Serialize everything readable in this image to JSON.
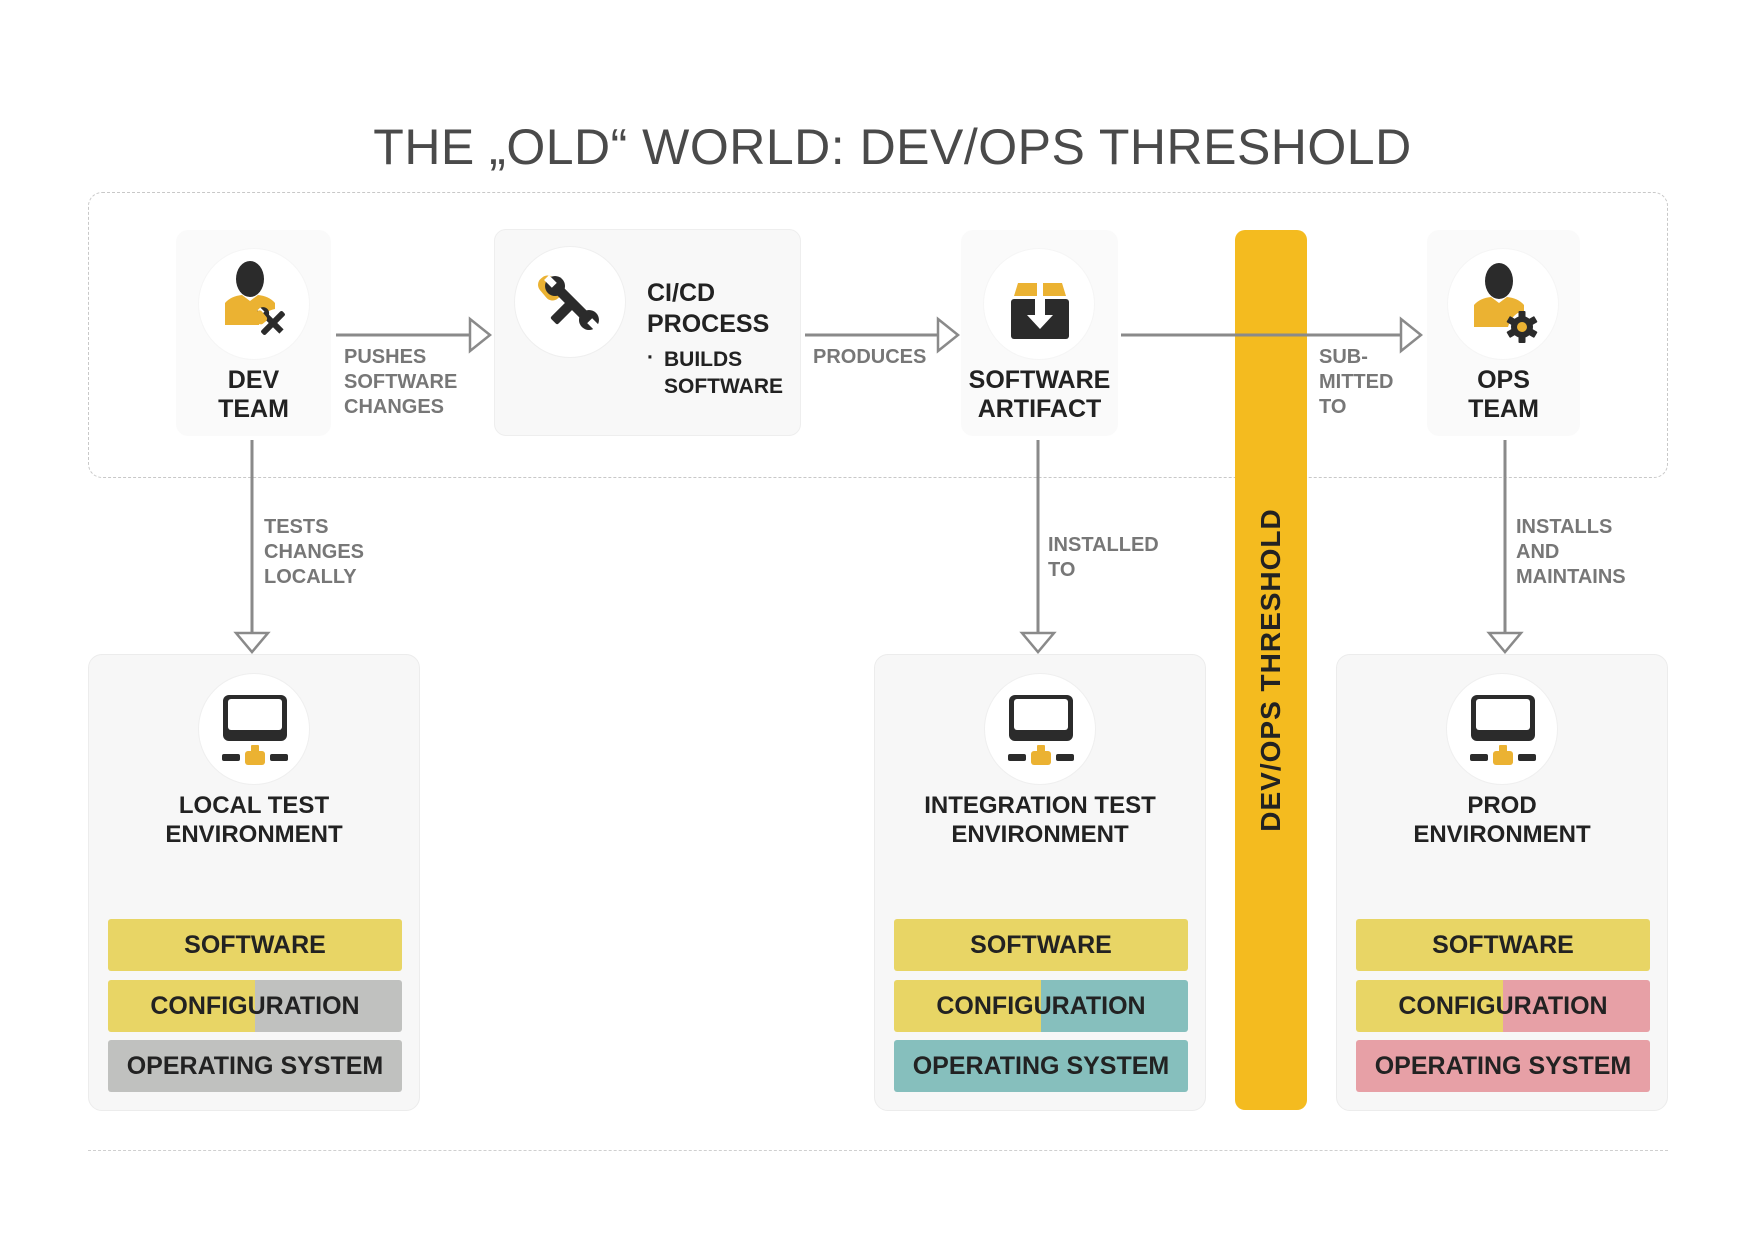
{
  "title": "THE „OLD“ WORLD: DEV/OPS THRESHOLD",
  "colors": {
    "accent_yellow": "#f4bb1f",
    "icon_yellow": "#ebb232",
    "icon_dark": "#2b2b2b",
    "layer_yellow": "#e8d565",
    "layer_gray": "#c0c1bf",
    "layer_teal": "#86bfbd",
    "layer_pink": "#e7a0a6",
    "arrow_gray": "#8a8a8a",
    "edge_text": "#777777"
  },
  "nodes": {
    "dev_team": {
      "label_line1": "DEV",
      "label_line2": "TEAM",
      "icon": "developer-person-wrench-icon"
    },
    "cicd": {
      "label_line1": "CI/CD",
      "label_line2": "PROCESS",
      "bullet": "·",
      "detail_line1": "BUILDS",
      "detail_line2": "SOFTWARE",
      "icon": "wrench-screwdriver-icon"
    },
    "artifact": {
      "label_line1": "SOFTWARE",
      "label_line2": "ARTIFACT",
      "icon": "package-download-icon"
    },
    "ops_team": {
      "label_line1": "OPS",
      "label_line2": "TEAM",
      "icon": "operator-person-gear-icon"
    }
  },
  "edges": {
    "pushes": [
      "PUSHES",
      "SOFTWARE",
      "CHANGES"
    ],
    "produces": [
      "PRODUCES"
    ],
    "submitted": [
      "SUB-",
      "MITTED",
      "TO"
    ],
    "tests": [
      "TESTS",
      "CHANGES",
      "LOCALLY"
    ],
    "installed": [
      "INSTALLED",
      "TO"
    ],
    "installs": [
      "INSTALLS",
      "AND",
      "MAINTAINS"
    ]
  },
  "threshold": {
    "label": "DEV/OPS THRESHOLD"
  },
  "environments": [
    {
      "label_line1": "LOCAL TEST",
      "label_line2": "ENVIRONMENT",
      "icon": "computer-network-icon",
      "layers": {
        "software": "SOFTWARE",
        "configuration": "CONFIGURATION",
        "os": "OPERATING SYSTEM"
      },
      "owner_color": "#c0c1bf"
    },
    {
      "label_line1": "INTEGRATION TEST",
      "label_line2": "ENVIRONMENT",
      "icon": "computer-network-icon",
      "layers": {
        "software": "SOFTWARE",
        "configuration": "CONFIGURATION",
        "os": "OPERATING SYSTEM"
      },
      "owner_color": "#86bfbd"
    },
    {
      "label_line1": "PROD",
      "label_line2": "ENVIRONMENT",
      "icon": "computer-network-icon",
      "layers": {
        "software": "SOFTWARE",
        "configuration": "CONFIGURATION",
        "os": "OPERATING SYSTEM"
      },
      "owner_color": "#e7a0a6"
    }
  ]
}
